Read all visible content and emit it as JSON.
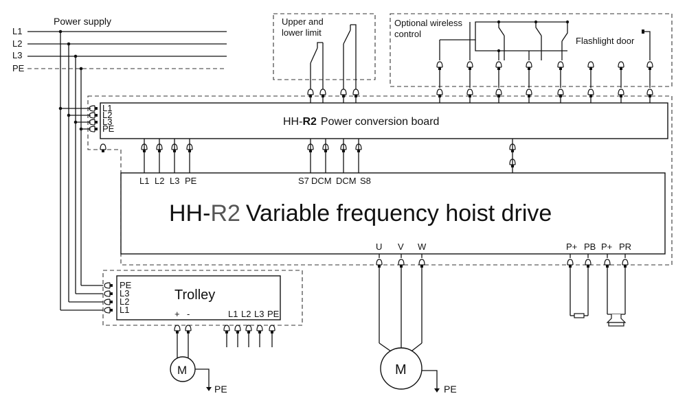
{
  "power_supply": {
    "title": "Power supply",
    "lines": [
      "L1",
      "L2",
      "L3",
      "PE"
    ]
  },
  "limits": {
    "label_line1": "Upper and",
    "label_line2": "lower limit"
  },
  "wireless": {
    "label_line1": "Optional wireless",
    "label_line2": "control",
    "flashlight": "Flashlight door"
  },
  "conversion_board": {
    "prefix": "HH-",
    "model": "R2",
    "name": "Power conversion board",
    "inputs": [
      "L1",
      "L2",
      "L3",
      "PE"
    ]
  },
  "drive": {
    "prefix": "HH-",
    "model": "R2",
    "name": "Variable frequency hoist drive",
    "top_terminals": [
      "L1",
      "L2",
      "L3",
      "PE"
    ],
    "signal_terminals": [
      "S7",
      "DCM",
      "DCM",
      "S8"
    ],
    "motor_terminals": [
      "U",
      "V",
      "W"
    ],
    "brake_terminals": [
      "P+",
      "PB",
      "P+",
      "PR"
    ]
  },
  "trolley": {
    "title": "Trolley",
    "inputs": [
      "PE",
      "L3",
      "L2",
      "L1"
    ],
    "motor_plus": "+",
    "motor_minus": "-",
    "outputs": [
      "L1",
      "L2",
      "L3",
      "PE"
    ]
  },
  "motors": {
    "symbol": "M",
    "earth": "PE"
  }
}
